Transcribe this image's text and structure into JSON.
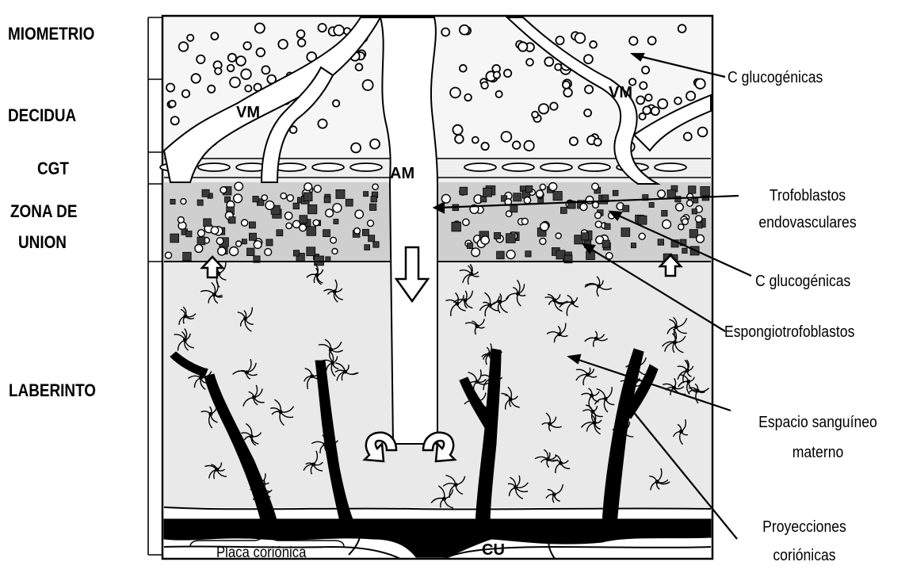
{
  "layers": {
    "miometrio": "MIOMETRIO",
    "decidua": "DECIDUA",
    "cgt": "CGT",
    "zona_line1": "ZONA DE",
    "zona_line2": "UNION",
    "laberinto": "LABERINTO"
  },
  "annotations": {
    "c_gluco_top": "C glucogénicas",
    "trofo_line1": "Trofoblastos",
    "trofo_line2": "endovasculares",
    "c_gluco_mid": "C glucogénicas",
    "espongio": "Espongiotrofoblastos",
    "espacio_line1": "Espacio sanguíneo",
    "espacio_line2": "materno",
    "proy_line1": "Proyecciones",
    "proy_line2": "coriónicas"
  },
  "inside_labels": {
    "vm_left": "VM",
    "vm_right": "VM",
    "am": "AM",
    "cu": "CU",
    "placa": "Placa coriónica"
  },
  "colors": {
    "line": "#000000",
    "background": "#ffffff",
    "tissue_light": "#f2f2f2",
    "tissue_mid": "#dcdcdc",
    "cell_dark": "#3a3a3a"
  }
}
